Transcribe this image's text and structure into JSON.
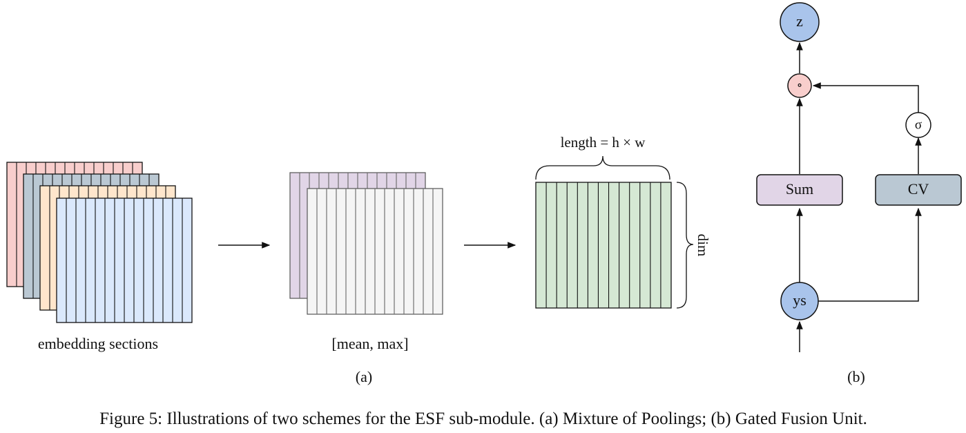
{
  "panel_a": {
    "stack_label": "embedding sections",
    "pool_label": "[mean, max]",
    "length_label": "length = h × w",
    "dim_label": "dim",
    "subfig_label": "(a)",
    "stack_colors": [
      "#f8cecc",
      "#bac8d3",
      "#ffe6cc",
      "#dae8fc"
    ],
    "pool_colors": [
      "#e1d5e7",
      "#f5f5f5"
    ],
    "output_color": "#d5e8d4"
  },
  "panel_b": {
    "z_label": "z",
    "product_label": "∘",
    "sigma_label": "σ",
    "sum_label": "Sum",
    "cv_label": "CV",
    "ys_label": "ys",
    "subfig_label": "(b)",
    "node_color": "#a9c4eb",
    "product_color": "#f8cecc",
    "sum_color": "#e1d5e7",
    "cv_color": "#bac8d3"
  },
  "caption": "Figure 5: Illustrations of two schemes for the ESF sub-module. (a) Mixture of Poolings; (b) Gated Fusion Unit."
}
